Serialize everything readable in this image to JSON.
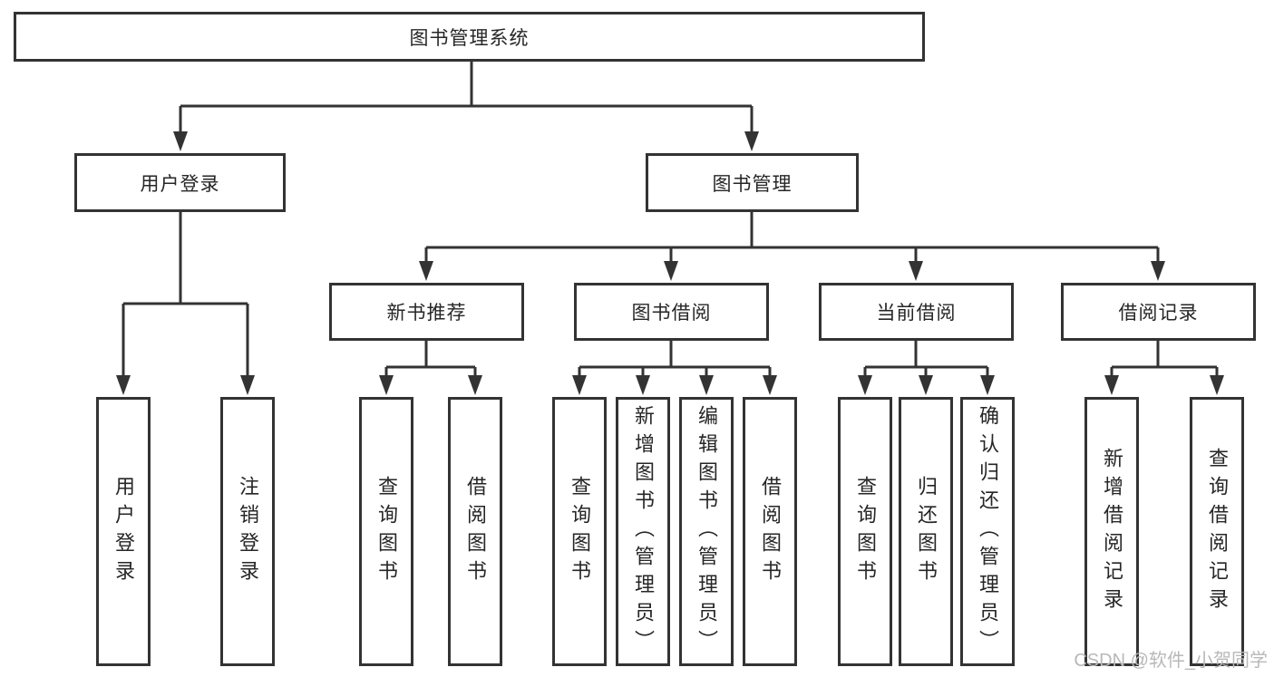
{
  "watermark": "CSDN @软件_小贺同学",
  "colors": {
    "line": "#333333",
    "node_border": "#333333",
    "node_fill": "#ffffff",
    "text": "#262626",
    "watermark": "#b8b8b8",
    "background": "#ffffff"
  },
  "tree": {
    "root": "图书管理系统",
    "level2": [
      {
        "label": "用户登录",
        "leaves": [
          "用户登录",
          "注销登录"
        ]
      },
      {
        "label": "图书管理",
        "groups": [
          {
            "label": "新书推荐",
            "leaves": [
              "查询图书",
              "借阅图书"
            ]
          },
          {
            "label": "图书借阅",
            "leaves": [
              "查询图书",
              "新增图书（管理员）",
              "编辑图书（管理员）",
              "借阅图书"
            ]
          },
          {
            "label": "当前借阅",
            "leaves": [
              "查询图书",
              "归还图书",
              "确认归还（管理员）"
            ]
          },
          {
            "label": "借阅记录",
            "leaves": [
              "新增借阅记录",
              "查询借阅记录"
            ]
          }
        ]
      }
    ]
  }
}
